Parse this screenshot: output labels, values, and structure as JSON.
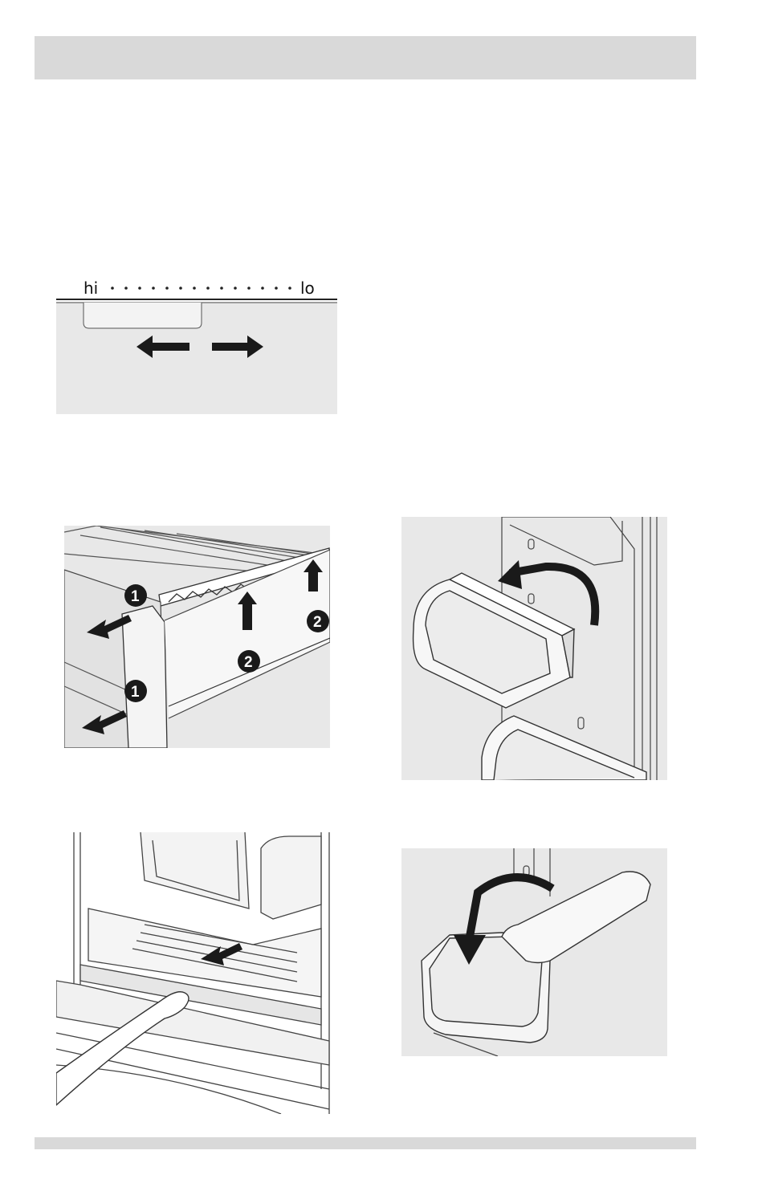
{
  "humidity_control": {
    "hi_label": "hi",
    "lo_label": "lo"
  },
  "crisper_figure": {
    "step_1": "1",
    "step_2": "2"
  },
  "colors": {
    "header_bar": "#d9d9d9",
    "panel_background": "#e8e8e8",
    "line_art": "#333333",
    "arrow": "#1a1a1a"
  }
}
